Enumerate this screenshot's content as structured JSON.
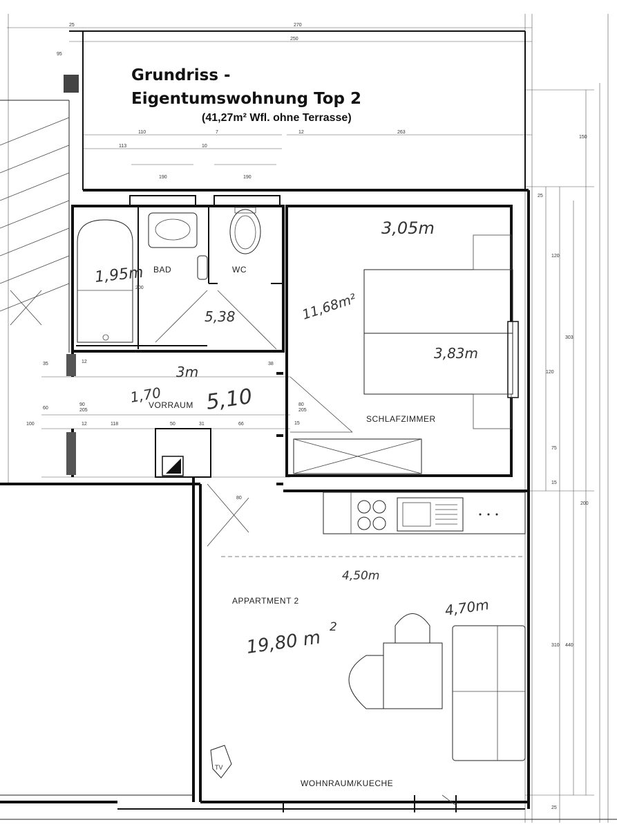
{
  "title_line1": "Grundriss -",
  "title_line2": "Eigentumswohnung  Top 2",
  "subtitle": "(41,27m² Wfl. ohne Terrasse)",
  "rooms": {
    "bad": "BAD",
    "wc": "WC",
    "vorraum": "VORRAUM",
    "schlafzimmer": "SCHLAFZIMMER",
    "appartment": "APPARTMENT  2",
    "wohnraum": "WOHNRAUM/KUECHE"
  },
  "handwritten": {
    "bad_width": "1,95m",
    "corridor_area": "5,38",
    "corridor_length": "3m",
    "vorraum_area": "5,10",
    "vorraum_dim": "1,70",
    "bedroom_width": "3,05m",
    "bedroom_area": "11,68m²",
    "bedroom_length": "3,83m",
    "living_width": "4,50m",
    "living_depth": "4,70m",
    "living_area_number": "19,80 m",
    "living_area_exp": "2"
  },
  "labels": {
    "tv": "TV"
  },
  "dimensions": {
    "top_1": "270",
    "top_2": "250",
    "top_left": "25",
    "left_1": "95",
    "row_a1": "110",
    "row_a2": "7",
    "row_a3": "12",
    "row_a4": "263",
    "row_b1": "113",
    "row_b2": "10",
    "right_top": "150",
    "right_1": "25",
    "right_2": "120",
    "right_3": "303",
    "right_4": "120",
    "right_5": "75",
    "right_6": "15",
    "right_7": "200",
    "right_8": "310",
    "right_9": "440",
    "right_10": "25",
    "bath_1": "190",
    "bath_2": "200",
    "wc_1": "190",
    "left_mid_1": "35",
    "left_mid_2": "12",
    "left_mid_3": "60",
    "left_mid_4": "90",
    "left_mid_5": "205",
    "row_c1": "100",
    "row_c2": "12",
    "row_c3": "118",
    "row_c4": "50",
    "row_c5": "31",
    "row_c6": "66",
    "mid_1": "15",
    "mid_2": "80",
    "mid_3": "205",
    "mid_4": "38",
    "kitchen_door": "80"
  }
}
